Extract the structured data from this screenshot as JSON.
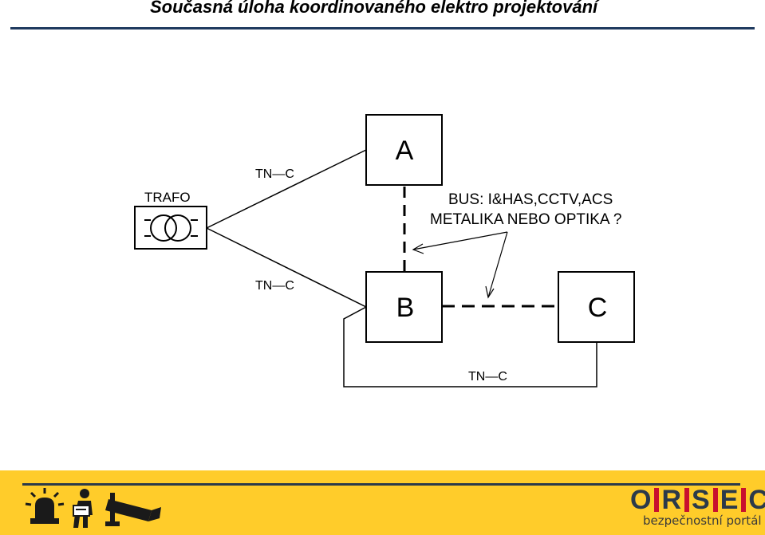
{
  "header": {
    "title": "Současná úloha koordinovaného elektro projektování"
  },
  "diagram": {
    "trafo_label": "TRAFO",
    "node_a_label": "A",
    "node_b_label": "B",
    "node_c_label": "C",
    "cable_label_trafo_a": "TN—C",
    "cable_label_trafo_b": "TN—C",
    "cable_label_b_c": "TN—C",
    "bus_line1": "BUS:  I&HAS,CCTV,ACS",
    "bus_line2": "METALIKA  NEBO  OPTIKA  ?"
  },
  "footer": {
    "logo_parts": [
      "O",
      "R",
      "S",
      "E",
      "C"
    ],
    "tagline": "bezpečnostní portál",
    "icons": [
      "siren-icon",
      "security-guard-icon",
      "cctv-camera-icon"
    ]
  },
  "colors": {
    "header_rule": "#1f3a5f",
    "footer_bg": "#ffcc2a",
    "logo_dark": "#2b3a4a",
    "logo_accent": "#c8102e"
  }
}
